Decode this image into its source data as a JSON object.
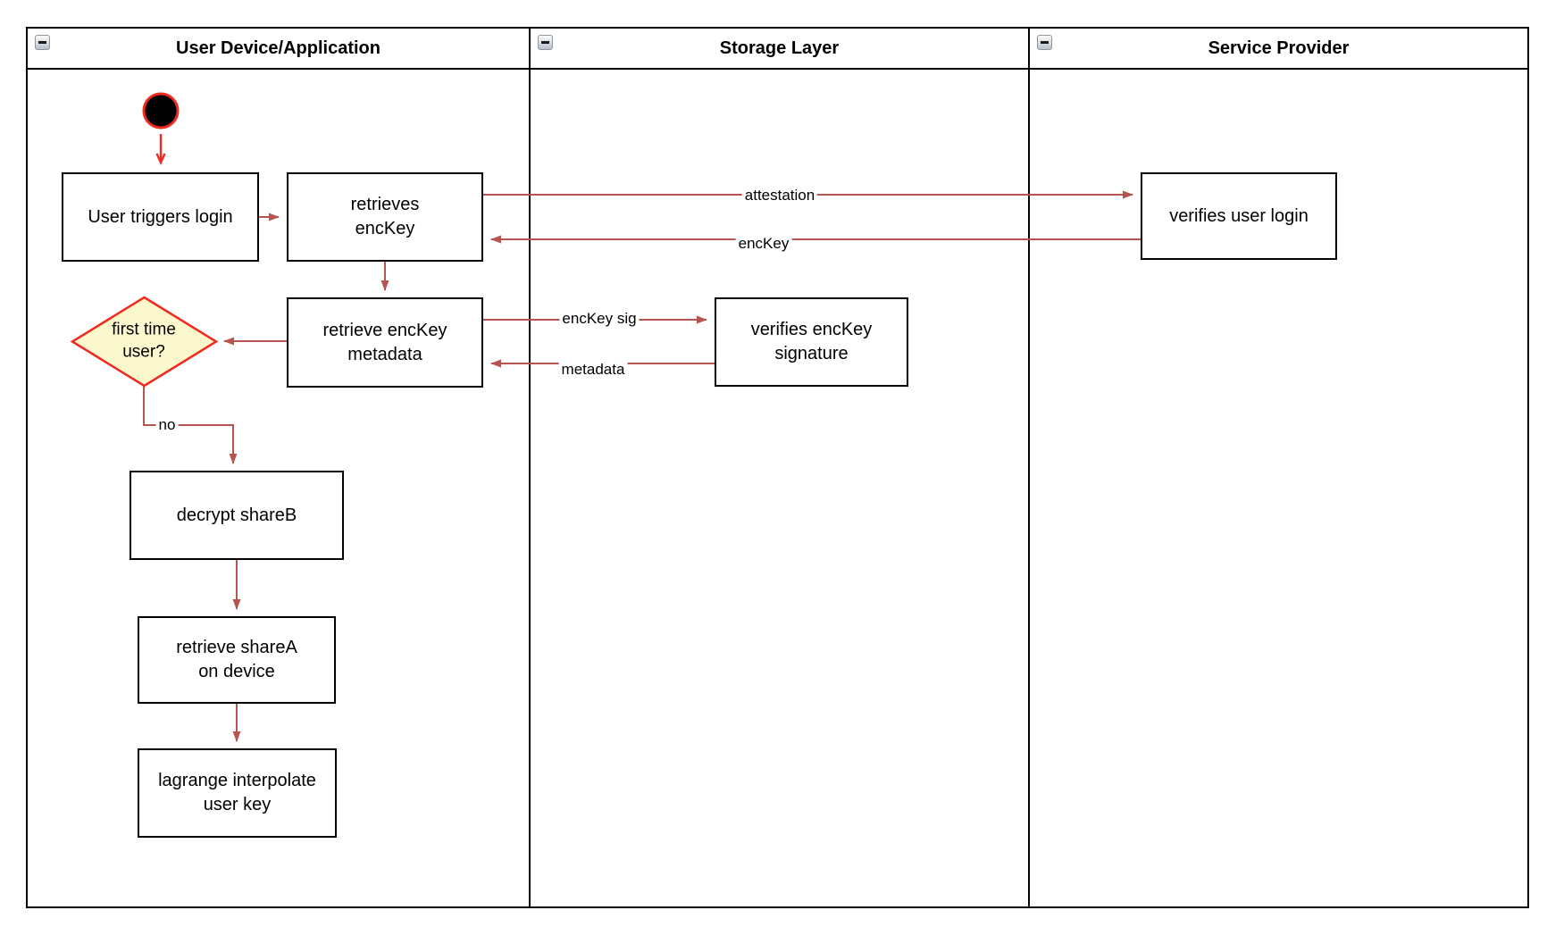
{
  "lanes": [
    {
      "title": "User Device/Application"
    },
    {
      "title": "Storage Layer"
    },
    {
      "title": "Service Provider"
    }
  ],
  "nodes": {
    "user_triggers_login": "User triggers login",
    "retrieves_enckey": "retrieves\nencKey",
    "retrieve_enckey_metadata": "retrieve encKey\nmetadata",
    "first_time_user": "first time\nuser?",
    "decrypt_shareb": "decrypt shareB",
    "retrieve_sharea_on_device": "retrieve shareA\non device",
    "lagrange_interpolate_user_key": "lagrange interpolate\nuser key",
    "verifies_enckey_signature": "verifies encKey\nsignature",
    "verifies_user_login": "verifies user login"
  },
  "edge_labels": {
    "attestation": "attestation",
    "enckey": "encKey",
    "enckey_sig": "encKey sig",
    "metadata": "metadata",
    "no": "no"
  },
  "colors": {
    "flow_arrow": "#b85450",
    "start_red": "#f02a1e",
    "decision_fill": "#fcf8cd",
    "decision_border": "#f02a1e",
    "node_border": "#000000",
    "node_fill": "#ffffff"
  }
}
